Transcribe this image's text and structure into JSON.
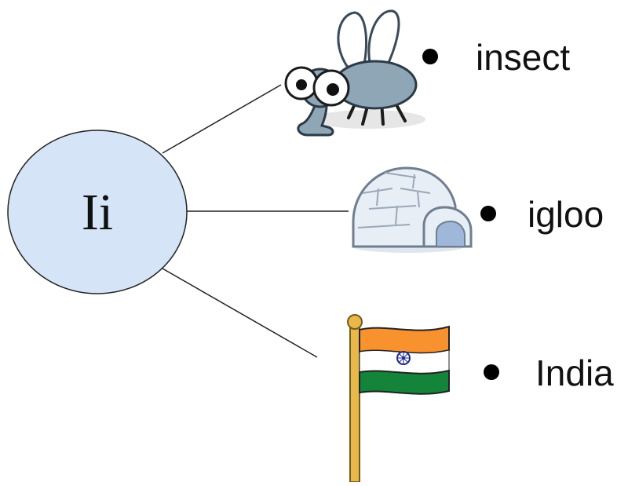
{
  "hub": {
    "label": "Ii",
    "fill": "#d5e4f6",
    "stroke": "#222222"
  },
  "items": [
    {
      "word": "insect",
      "icon": "fly-icon"
    },
    {
      "word": "igloo",
      "icon": "igloo-icon"
    },
    {
      "word": "India",
      "icon": "india-flag-icon"
    }
  ],
  "colors": {
    "line": "#222222",
    "fly_body": "#8fa6b6",
    "igloo": "#e8eef6",
    "flag_saffron": "#f7922e",
    "flag_white": "#ffffff",
    "flag_green": "#14843a",
    "chakra": "#1f2a8a",
    "pole": "#e8b84a"
  }
}
